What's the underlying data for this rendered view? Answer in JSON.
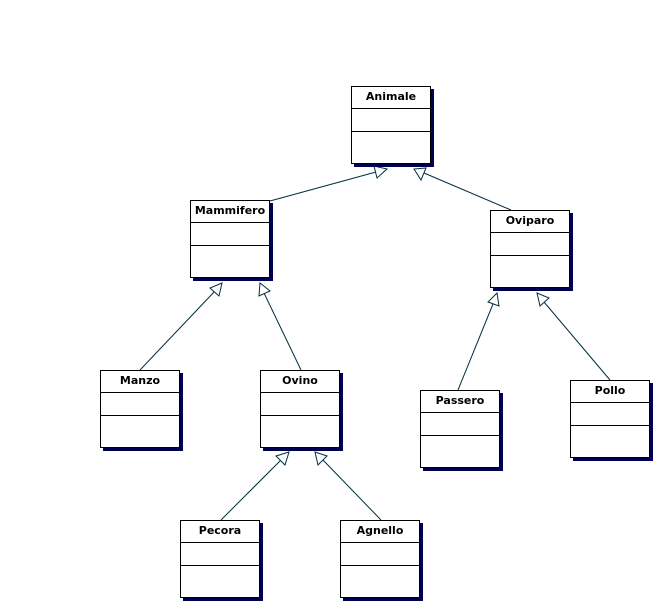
{
  "diagram": {
    "classes": {
      "animale": "Animale",
      "mammifero": "Mammifero",
      "oviparo": "Oviparo",
      "manzo": "Manzo",
      "ovino": "Ovino",
      "passero": "Passero",
      "pollo": "Pollo",
      "pecora": "Pecora",
      "agnello": "Agnello"
    },
    "relations": [
      {
        "type": "generalization",
        "from": "Mammifero",
        "to": "Animale"
      },
      {
        "type": "generalization",
        "from": "Oviparo",
        "to": "Animale"
      },
      {
        "type": "generalization",
        "from": "Manzo",
        "to": "Mammifero"
      },
      {
        "type": "generalization",
        "from": "Ovino",
        "to": "Mammifero"
      },
      {
        "type": "generalization",
        "from": "Passero",
        "to": "Oviparo"
      },
      {
        "type": "generalization",
        "from": "Pollo",
        "to": "Oviparo"
      },
      {
        "type": "generalization",
        "from": "Pecora",
        "to": "Ovino"
      },
      {
        "type": "generalization",
        "from": "Agnello",
        "to": "Ovino"
      }
    ],
    "colors": {
      "line": "#003040",
      "shadow": "#000050",
      "box_border": "#000000",
      "background": "#ffffff"
    }
  }
}
